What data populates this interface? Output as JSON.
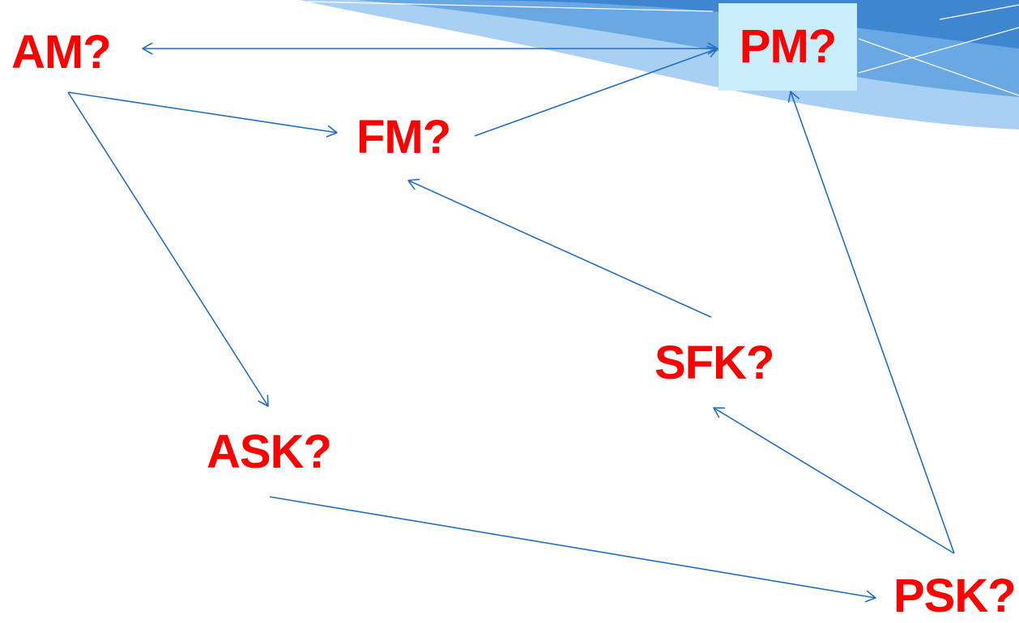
{
  "diagram": {
    "type": "directed-graph",
    "nodes": [
      {
        "id": "am",
        "label": "AM?"
      },
      {
        "id": "pm",
        "label": "PM?"
      },
      {
        "id": "fm",
        "label": "FM?"
      },
      {
        "id": "ask",
        "label": "ASK?"
      },
      {
        "id": "sfk",
        "label": "SFK?"
      },
      {
        "id": "psk",
        "label": "PSK?"
      }
    ],
    "edges": [
      {
        "from": "am",
        "to": "pm",
        "bidirectional": true
      },
      {
        "from": "am",
        "to": "fm"
      },
      {
        "from": "fm",
        "to": "pm"
      },
      {
        "from": "am",
        "to": "ask"
      },
      {
        "from": "sfk",
        "to": "fm"
      },
      {
        "from": "psk",
        "to": "sfk"
      },
      {
        "from": "psk",
        "to": "pm"
      },
      {
        "from": "ask",
        "to": "psk"
      }
    ]
  },
  "colors": {
    "label_text": "#ff0000",
    "arrow": "#1f6fc5",
    "highlight_box": "#c8eef9",
    "header_wave_dark": "#3f86d0",
    "header_wave_mid": "#6aa8e3",
    "header_wave_light": "#a9d0f3"
  }
}
